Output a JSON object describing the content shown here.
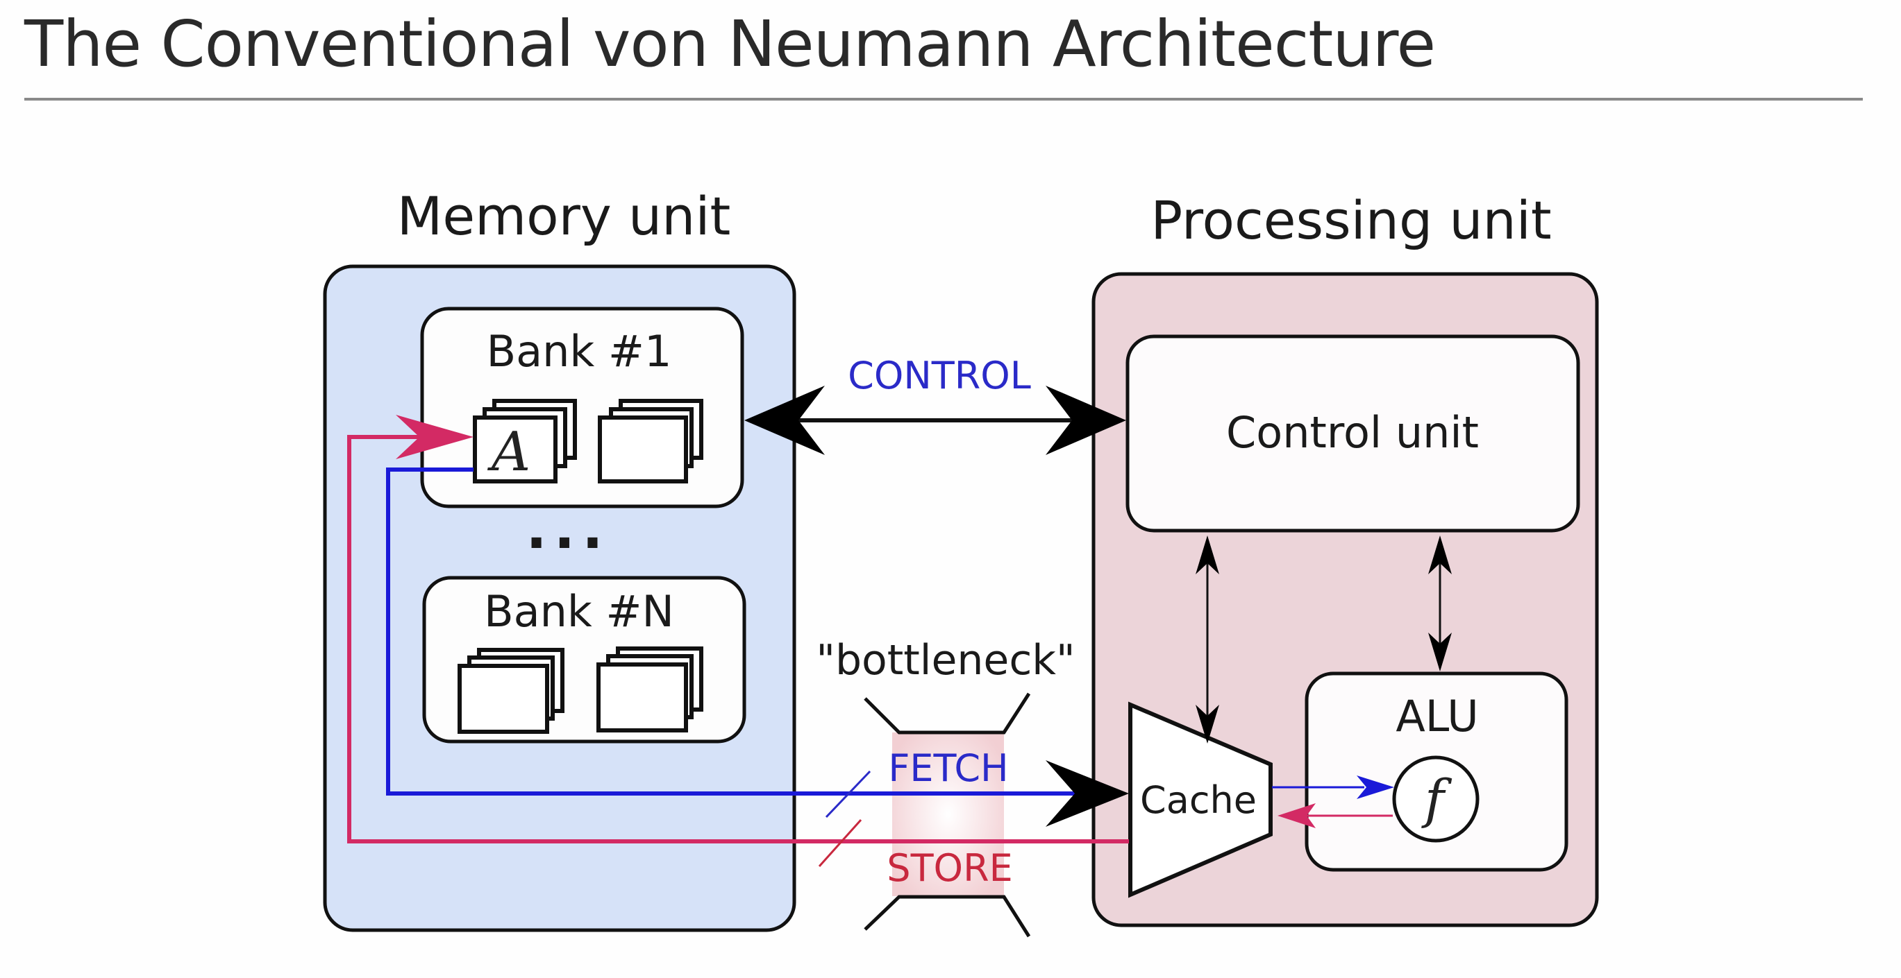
{
  "title": "The Conventional von Neumann Architecture",
  "colors": {
    "memory_fill": "#d6e2f8",
    "processing_fill": "#ecd4d9",
    "fetch": "#1a1ad8",
    "store": "#d32a64",
    "store_text": "#c8283e",
    "control_text": "#2a2ac8",
    "bottleneck_fill": "#f4d0d4"
  },
  "memory_unit": {
    "label": "Memory unit",
    "banks": [
      {
        "label": "Bank #1",
        "cells": [
          {
            "symbol": "A"
          },
          {
            "symbol": ""
          }
        ]
      },
      {
        "label": "Bank #N",
        "cells": [
          {
            "symbol": ""
          },
          {
            "symbol": ""
          }
        ]
      }
    ],
    "ellipsis": "..."
  },
  "processing_unit": {
    "label": "Processing unit",
    "control_unit": "Control unit",
    "alu": "ALU",
    "alu_function": "f",
    "cache": "Cache"
  },
  "buses": {
    "control": "CONTROL",
    "fetch": "FETCH",
    "store": "STORE",
    "bottleneck": "\"bottleneck\""
  }
}
